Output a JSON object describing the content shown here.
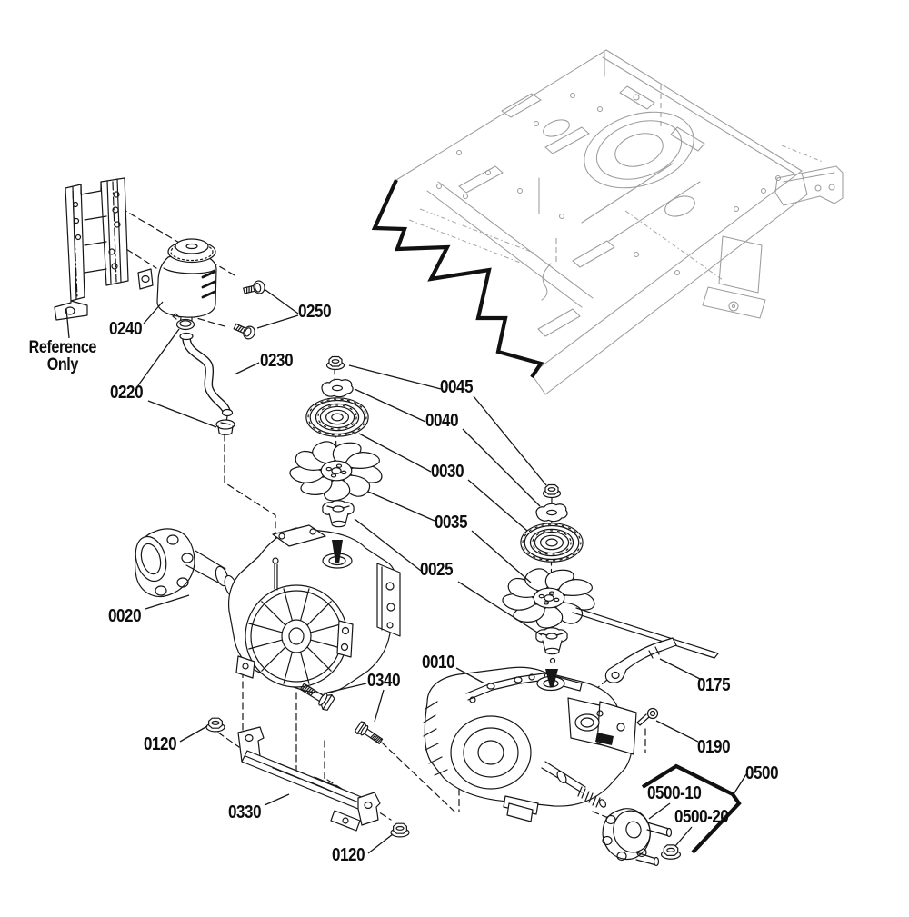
{
  "diagram": {
    "note": "Reference\nOnly",
    "callouts": {
      "c0240": "0240",
      "c0250": "0250",
      "c0230": "0230",
      "c0220": "0220",
      "c0045": "0045",
      "c0040": "0040",
      "c0030": "0030",
      "c0035": "0035",
      "c0025": "0025",
      "c0020": "0020",
      "c0010": "0010",
      "c0340": "0340",
      "c0175": "0175",
      "c0190": "0190",
      "c0120_left": "0120",
      "c0330": "0330",
      "c0120_bottom": "0120",
      "c0500": "0500",
      "c0500_10": "0500-10",
      "c0500_20": "0500-20"
    }
  }
}
